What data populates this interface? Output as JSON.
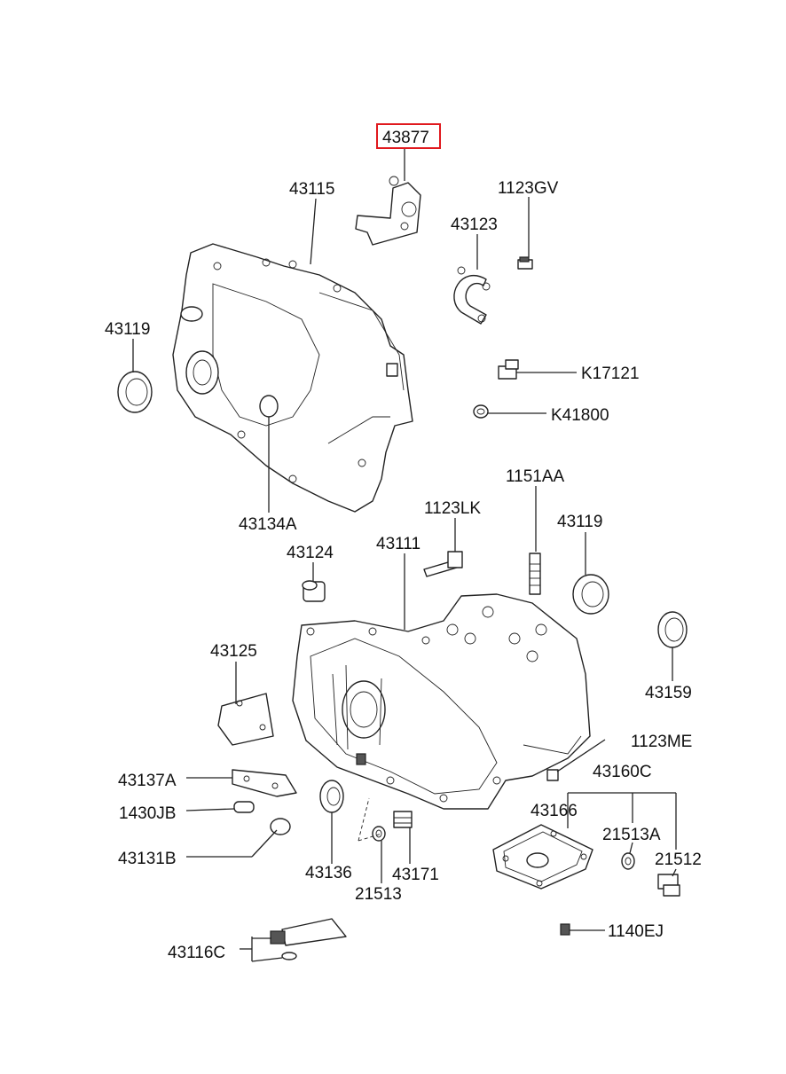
{
  "labels": {
    "p43877": "43877",
    "p43115": "43115",
    "p1123GV": "1123GV",
    "p43123": "43123",
    "p43119_top": "43119",
    "pK17121": "K17121",
    "pK41800": "K41800",
    "p43134A": "43134A",
    "p1151AA": "1151AA",
    "p1123LK": "1123LK",
    "p43111": "43111",
    "p43124": "43124",
    "p43119_mid": "43119",
    "p43125": "43125",
    "p43159": "43159",
    "p1123ME": "1123ME",
    "p43160C": "43160C",
    "p43137A": "43137A",
    "p43166": "43166",
    "p1430JB": "1430JB",
    "p21513A": "21513A",
    "p43131B": "43131B",
    "p21512": "21512",
    "p43136": "43136",
    "p43171": "43171",
    "p21513": "21513",
    "p43116C": "43116C",
    "p1140EJ": "1140EJ"
  },
  "highlight": {
    "part": "43877",
    "color": "#e0191e"
  }
}
